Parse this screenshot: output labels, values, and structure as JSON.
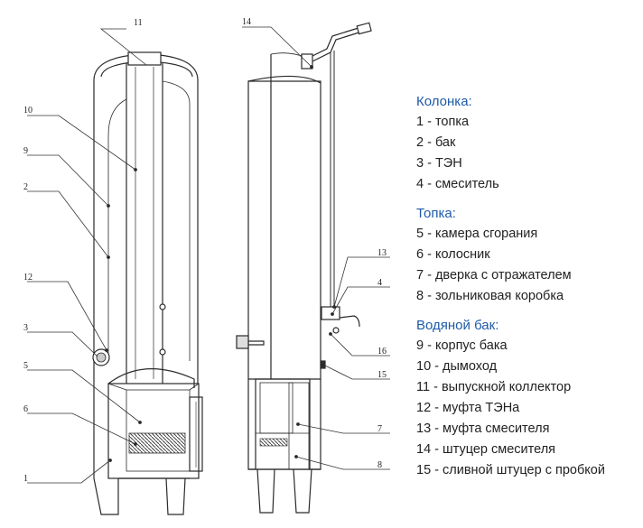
{
  "callouts": {
    "n1": "1",
    "n2": "2",
    "n3": "3",
    "n4": "4",
    "n5": "5",
    "n6": "6",
    "n7": "7",
    "n8": "8",
    "n9": "9",
    "n10": "10",
    "n11": "11",
    "n12": "12",
    "n13": "13",
    "n14": "14",
    "n15": "15",
    "n16": "16"
  },
  "legend": {
    "sections": [
      {
        "title": "Колонка:",
        "items": [
          "1 - топка",
          "2 - бак",
          "3 - ТЭН",
          "4 - смеситель"
        ]
      },
      {
        "title": "Топка:",
        "items": [
          "5 - камера сгорания",
          "6 - колосник",
          "7 - дверка с отражателем",
          "8 - зольниковая коробка"
        ]
      },
      {
        "title": "Водяной бак:",
        "items": [
          "9 - корпус бака",
          "10 - дымоход",
          "11 - выпускной коллектор",
          "12 - муфта ТЭНа",
          "13 - муфта смесителя",
          "14 - штуцер смесителя",
          "15 - сливной штуцер с пробкой"
        ]
      }
    ]
  },
  "colors": {
    "legend_heading": "#1f5aa8",
    "legend_text": "#222222",
    "line": "#2a2a2a"
  }
}
